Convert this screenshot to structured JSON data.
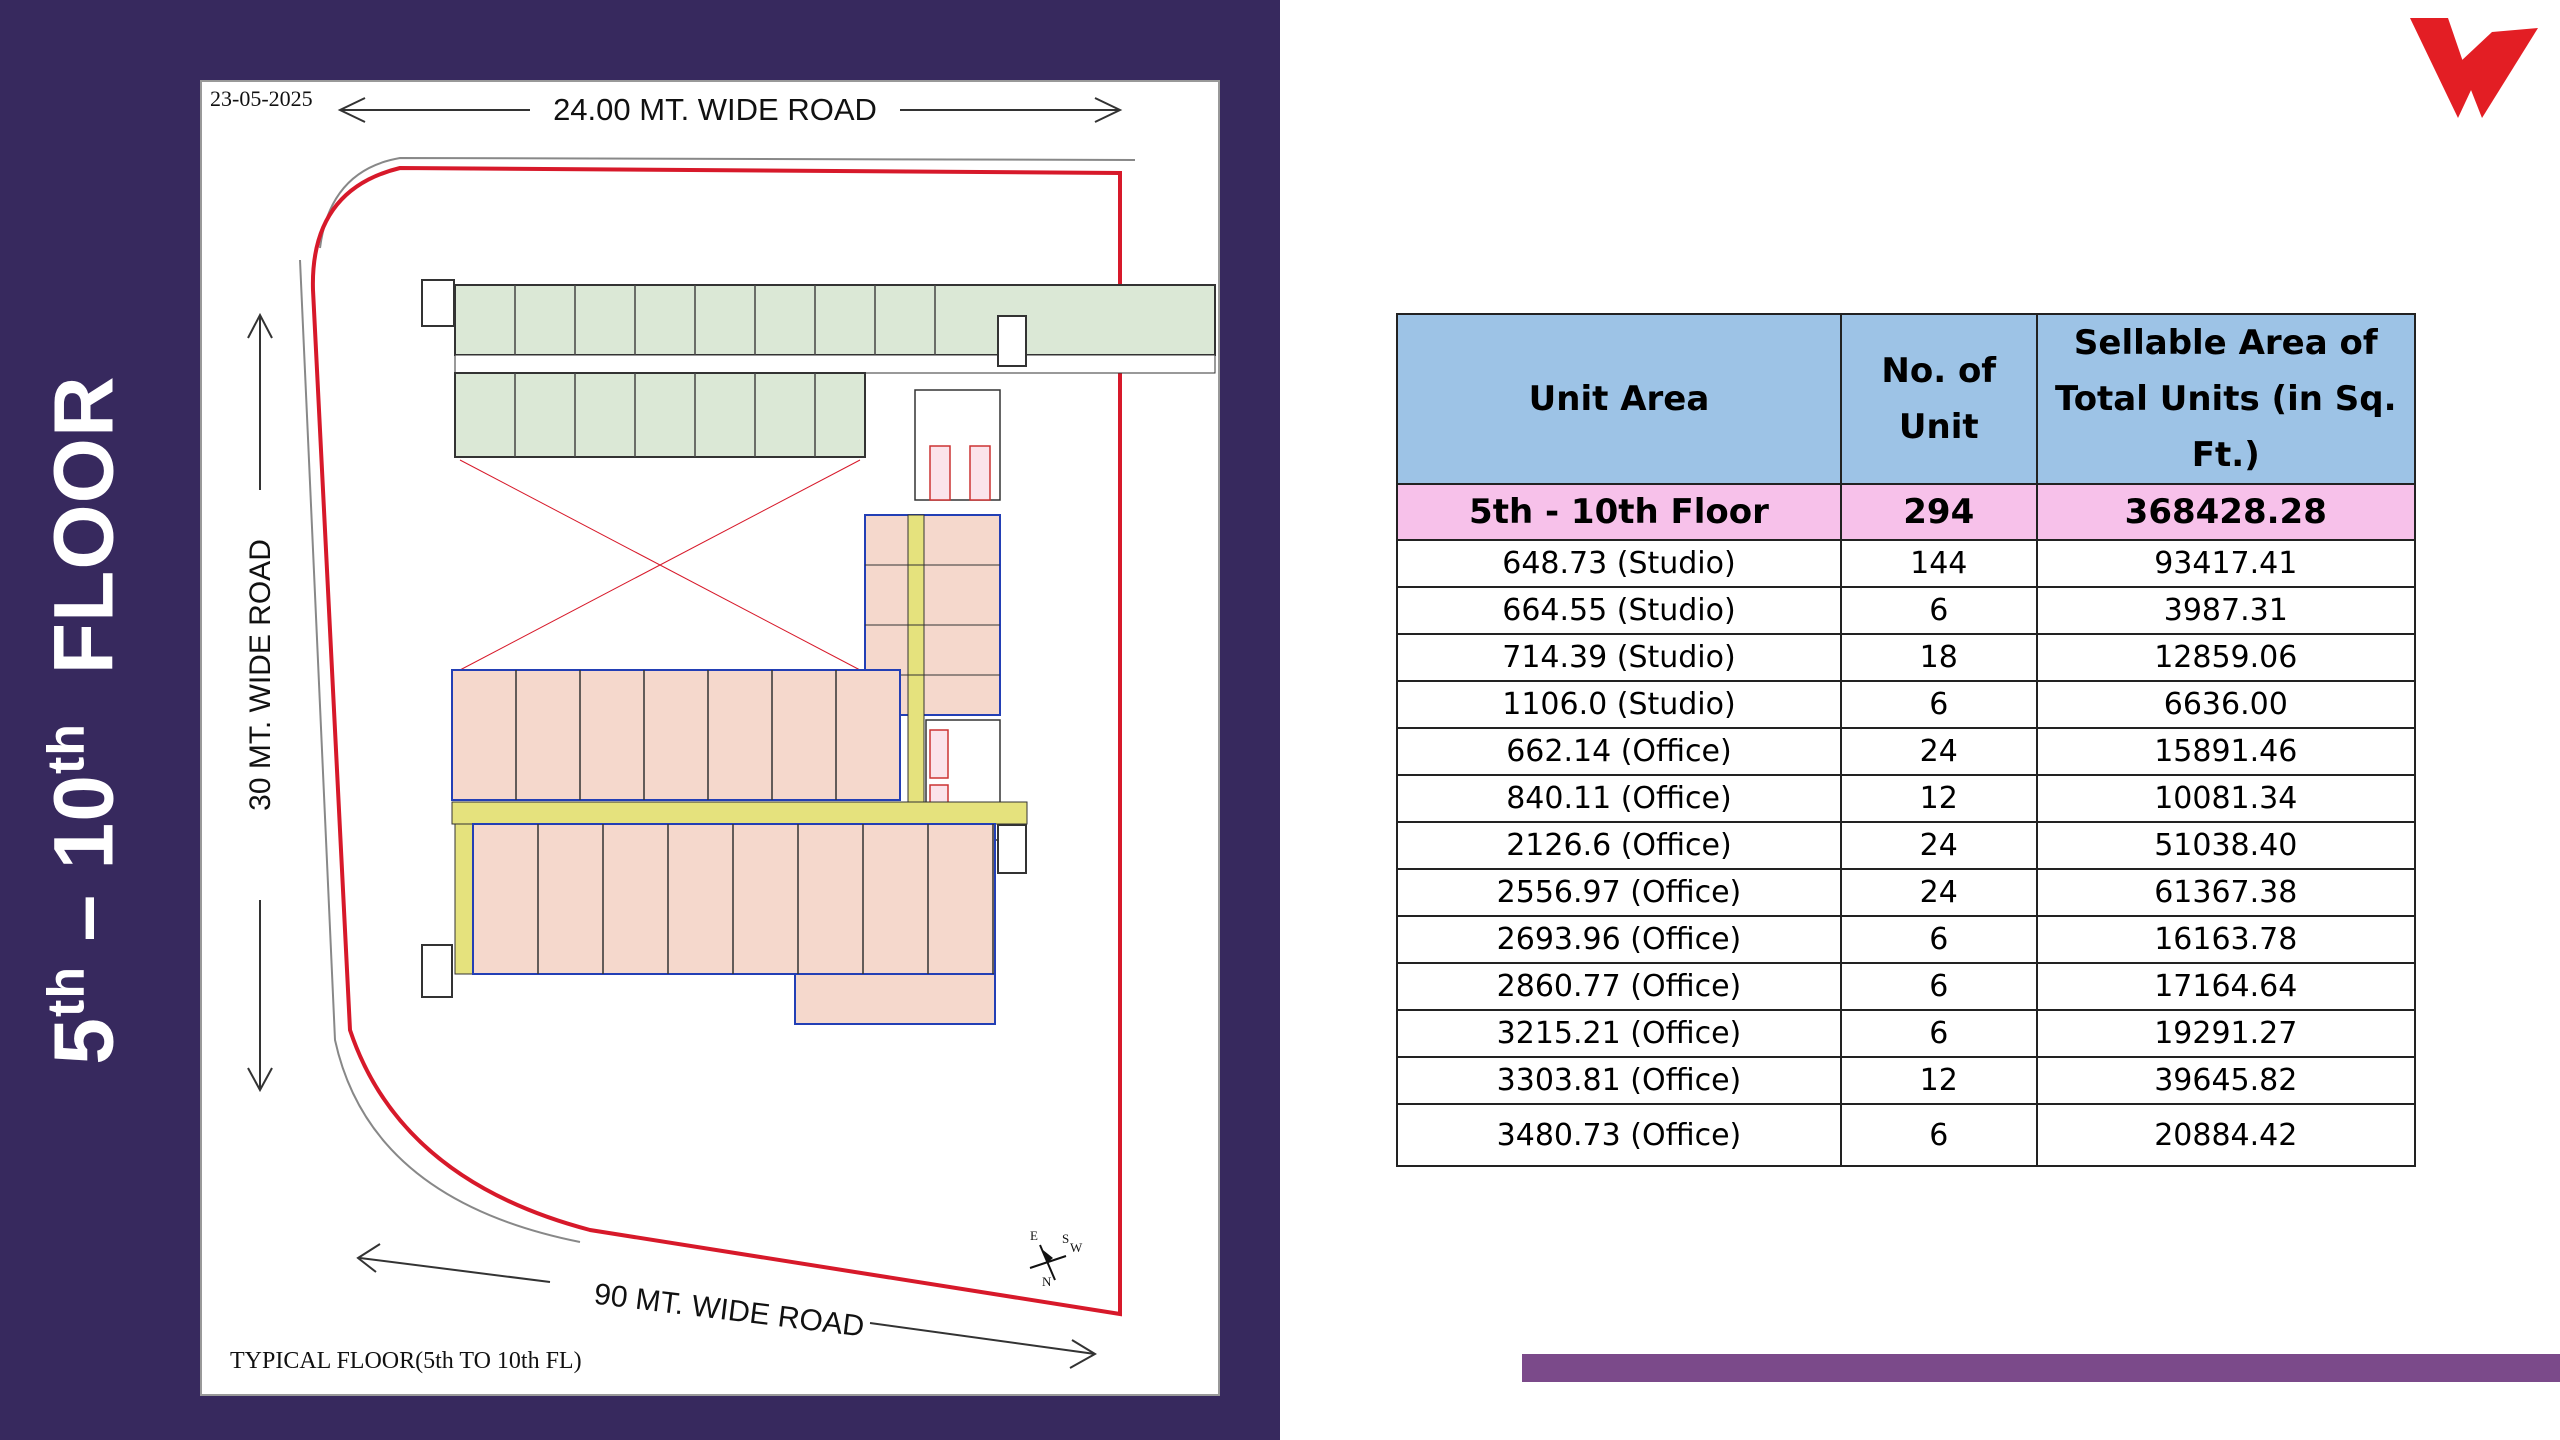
{
  "slide": {
    "title_prefix": "5",
    "title_sup1": "th",
    "title_mid": " – 10",
    "title_sup2": "th",
    "title_suffix": "  FLOOR",
    "bg_color": "#37295e",
    "accent_color": "#7b4a8a",
    "logo_color": "#e31e24"
  },
  "plan": {
    "date": "23-05-2025",
    "road_top": "24.00 MT. WIDE ROAD",
    "road_left": "30 MT. WIDE ROAD",
    "road_bottom": "90 MT. WIDE ROAD",
    "caption": "TYPICAL FLOOR(5th TO 10th FL)",
    "compass": [
      "S",
      "W",
      "N",
      "E"
    ]
  },
  "table": {
    "headers": [
      "Unit Area",
      "No. of Unit",
      "Sellable Area of Total Units (in Sq. Ft.)"
    ],
    "summary": [
      "5th - 10th Floor",
      "294",
      "368428.28"
    ],
    "rows": [
      [
        "648.73 (Studio)",
        "144",
        "93417.41"
      ],
      [
        "664.55 (Studio)",
        "6",
        "3987.31"
      ],
      [
        "714.39 (Studio)",
        "18",
        "12859.06"
      ],
      [
        "1106.0 (Studio)",
        "6",
        "6636.00"
      ],
      [
        "662.14 (Office)",
        "24",
        "15891.46"
      ],
      [
        "840.11 (Office)",
        "12",
        "10081.34"
      ],
      [
        "2126.6 (Office)",
        "24",
        "51038.40"
      ],
      [
        "2556.97 (Office)",
        "24",
        "61367.38"
      ],
      [
        "2693.96 (Office)",
        "6",
        "16163.78"
      ],
      [
        "2860.77 (Office)",
        "6",
        "17164.64"
      ],
      [
        "3215.21 (Office)",
        "6",
        "19291.27"
      ],
      [
        "3303.81 (Office)",
        "12",
        "39645.82"
      ],
      [
        "3480.73 (Office)",
        "6",
        "20884.42"
      ]
    ]
  }
}
